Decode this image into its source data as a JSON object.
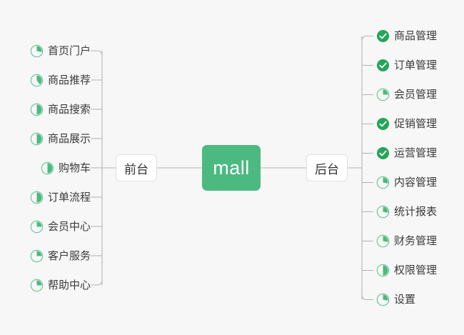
{
  "diagram": {
    "type": "mind-map",
    "title": "mall",
    "background_color": "#f7f7f7",
    "accent_color": "#4cb981",
    "root": {
      "label": "mall",
      "text_color": "#ffffff",
      "fill_color": "#4cb981"
    },
    "branches": [
      {
        "id": "frontend",
        "label": "前台",
        "side": "left",
        "items": [
          {
            "label": "首页门户",
            "icon": "pie-progress-icon",
            "status": "in-progress",
            "progress": 28
          },
          {
            "label": "商品推荐",
            "icon": "pie-progress-icon",
            "status": "in-progress",
            "progress": 40
          },
          {
            "label": "商品搜索",
            "icon": "pie-progress-icon",
            "status": "in-progress",
            "progress": 50
          },
          {
            "label": "商品展示",
            "icon": "pie-progress-icon",
            "status": "in-progress",
            "progress": 50
          },
          {
            "label": "购物车",
            "icon": "pie-progress-icon",
            "status": "in-progress",
            "progress": 50
          },
          {
            "label": "订单流程",
            "icon": "pie-progress-icon",
            "status": "in-progress",
            "progress": 50
          },
          {
            "label": "会员中心",
            "icon": "pie-progress-icon",
            "status": "in-progress",
            "progress": 25
          },
          {
            "label": "客户服务",
            "icon": "pie-progress-icon",
            "status": "in-progress",
            "progress": 25
          },
          {
            "label": "帮助中心",
            "icon": "pie-progress-icon",
            "status": "in-progress",
            "progress": 25
          }
        ]
      },
      {
        "id": "backend",
        "label": "后台",
        "side": "right",
        "items": [
          {
            "label": "商品管理",
            "icon": "check-circle-icon",
            "status": "done",
            "progress": 100
          },
          {
            "label": "订单管理",
            "icon": "check-circle-icon",
            "status": "done",
            "progress": 100
          },
          {
            "label": "会员管理",
            "icon": "pie-progress-icon",
            "status": "in-progress",
            "progress": 25
          },
          {
            "label": "促销管理",
            "icon": "check-circle-icon",
            "status": "done",
            "progress": 100
          },
          {
            "label": "运营管理",
            "icon": "check-circle-icon",
            "status": "done",
            "progress": 100
          },
          {
            "label": "内容管理",
            "icon": "pie-progress-icon",
            "status": "in-progress",
            "progress": 28
          },
          {
            "label": "统计报表",
            "icon": "pie-progress-icon",
            "status": "in-progress",
            "progress": 28
          },
          {
            "label": "财务管理",
            "icon": "pie-progress-icon",
            "status": "in-progress",
            "progress": 28
          },
          {
            "label": "权限管理",
            "icon": "pie-progress-icon",
            "status": "in-progress",
            "progress": 50
          },
          {
            "label": "设置",
            "icon": "pie-progress-icon",
            "status": "in-progress",
            "progress": 28
          }
        ]
      }
    ]
  }
}
